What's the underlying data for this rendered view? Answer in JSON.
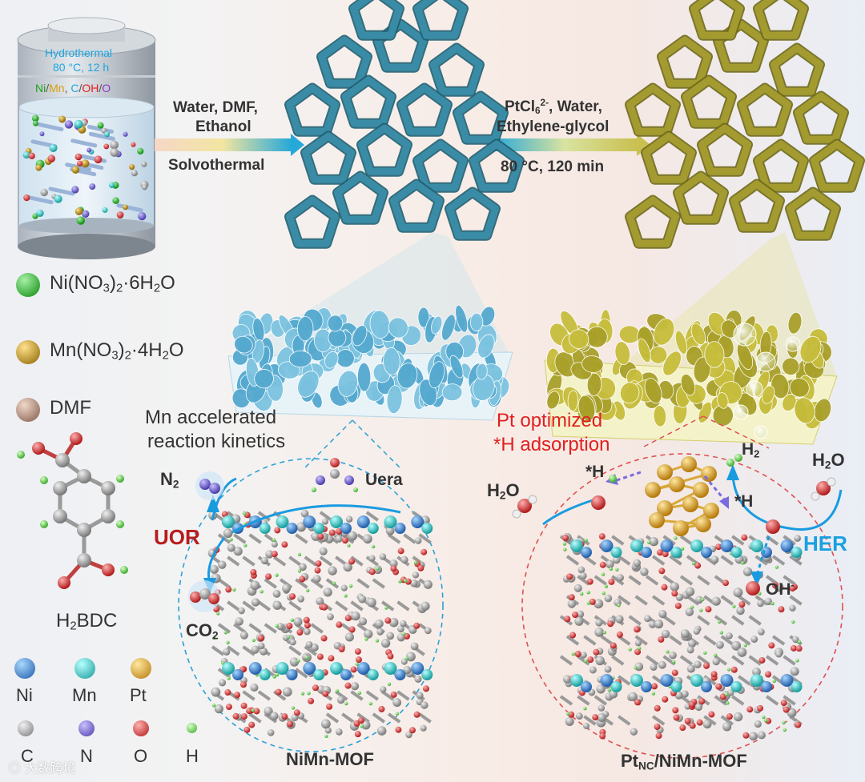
{
  "reactor": {
    "condition_line1": "Hydrothermal",
    "condition_line2": "80 °C, 12 h",
    "elements": [
      "Ni",
      "/",
      "Mn",
      ", ",
      "C",
      "/",
      "OH",
      "/",
      "O"
    ]
  },
  "step1": {
    "line1": "Water, DMF,",
    "line2": "Ethanol",
    "line3": "Solvothermal"
  },
  "step2": {
    "line1_main": "PtCl",
    "line1_sub": "6",
    "line1_sup": "2-",
    "line1_tail": ", Water,",
    "line2": "Ethylene-glycol",
    "line3": "80 °C, 120 min"
  },
  "reagents": [
    {
      "pre": "Ni(NO",
      "sub1": "3",
      "mid": ")",
      "sub2": "2",
      "post": "·6H",
      "sub3": "2",
      "end": "O",
      "color": "#1aa51a"
    },
    {
      "pre": "Mn(NO",
      "sub1": "3",
      "mid": ")",
      "sub2": "2",
      "post": "·4H",
      "sub3": "2",
      "end": "O",
      "color": "#b88a10"
    },
    {
      "label": "DMF",
      "color": "#a07a66"
    }
  ],
  "linker": {
    "pre": "H",
    "sub": "2",
    "post": "BDC"
  },
  "atoms": {
    "row1": [
      {
        "label": "Ni",
        "color": "#2a6fc4"
      },
      {
        "label": "Mn",
        "color": "#20b8b8"
      },
      {
        "label": "Pt",
        "color": "#e0a010"
      }
    ],
    "row2": [
      {
        "label": "C",
        "color": "#9a9a9a"
      },
      {
        "label": "N",
        "color": "#6a5ac8"
      },
      {
        "label": "O",
        "color": "#d63a3a"
      },
      {
        "label": "H",
        "color": "#5cc84a"
      }
    ]
  },
  "left_panel": {
    "annotation_line1": "Mn accelerated",
    "annotation_line2": "reaction kinetics",
    "reaction": "UOR",
    "n2_main": "N",
    "n2_sub": "2",
    "urea": "Uera",
    "co2_main": "CO",
    "co2_sub": "2",
    "caption": "NiMn-MOF"
  },
  "right_panel": {
    "annotation_line1": "Pt optimized",
    "annotation_line2": "*H adsorption",
    "reaction": "HER",
    "h2_main": "H",
    "h2_sub": "2",
    "h2o_left_main": "H",
    "h2o_left_sub": "2",
    "h2o_left_end": "O",
    "h2o_right_main": "H",
    "h2o_right_sub": "2",
    "h2o_right_end": "O",
    "h_ads_1": "*H",
    "h_ads_2": "*H",
    "oh": "OH",
    "oh_sup": "-",
    "caption_main": "Pt",
    "caption_sub": "NC",
    "caption_tail": "/NiMn-MOF"
  },
  "watermark": "大数跨境",
  "colors": {
    "blue_mof": "#2f7d95",
    "olive_mof": "#8f8a2a",
    "reaction_red": "#b81c1c",
    "reaction_blue": "#1aa0e0",
    "annotation_red": "#e02020",
    "arrow_blue": "#1a9be0"
  }
}
